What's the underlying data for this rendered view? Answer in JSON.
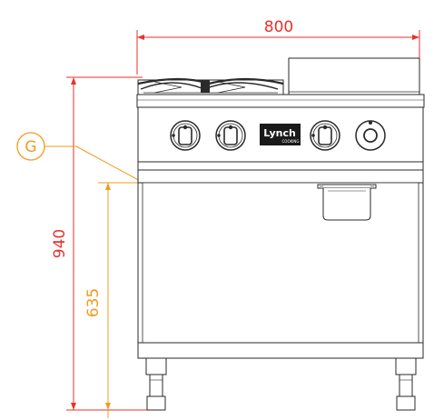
{
  "dimensions": {
    "width": "800",
    "height": "940",
    "outlet_height": "635"
  },
  "callout": {
    "label": "G"
  },
  "brand": {
    "name": "Lynch",
    "sub": "COOKING"
  },
  "colors": {
    "dimension_red": "#e8322b",
    "gas_orange": "#f39a1e",
    "outline": "#2a2a2a",
    "panel": "#3a3a3a"
  }
}
